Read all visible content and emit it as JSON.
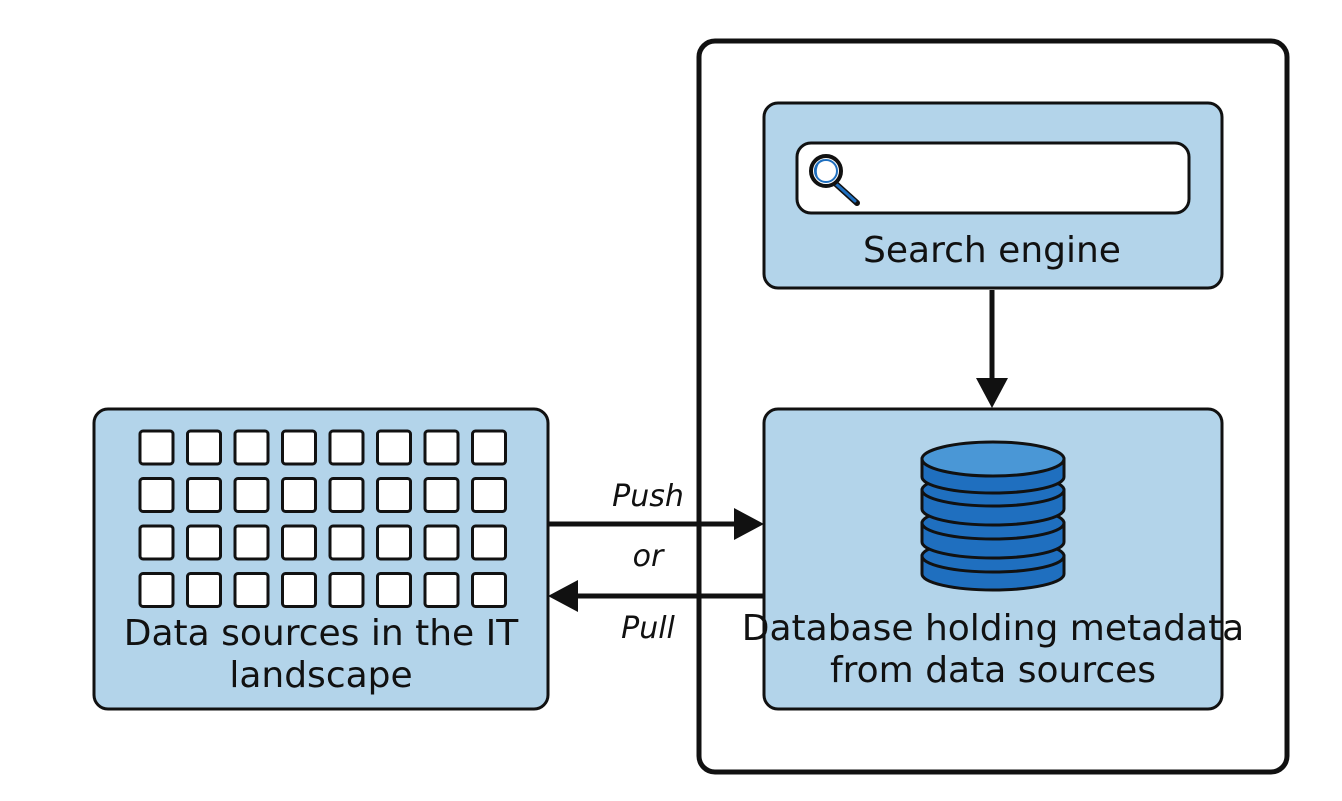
{
  "search_engine": {
    "label": "Search engine",
    "search_field_value": ""
  },
  "database": {
    "label_line1": "Database holding metadata",
    "label_line2": "from data sources"
  },
  "data_sources": {
    "label_line1": "Data sources in the IT",
    "label_line2": "landscape",
    "grid_rows": 4,
    "grid_cols": 8
  },
  "connection": {
    "push_label": "Push",
    "or_label": "or",
    "pull_label": "Pull"
  },
  "colors": {
    "box_fill": "#b3d4ea",
    "outline": "#111111",
    "db_blue": "#1f6fbf",
    "db_top": "#4a97d6"
  }
}
